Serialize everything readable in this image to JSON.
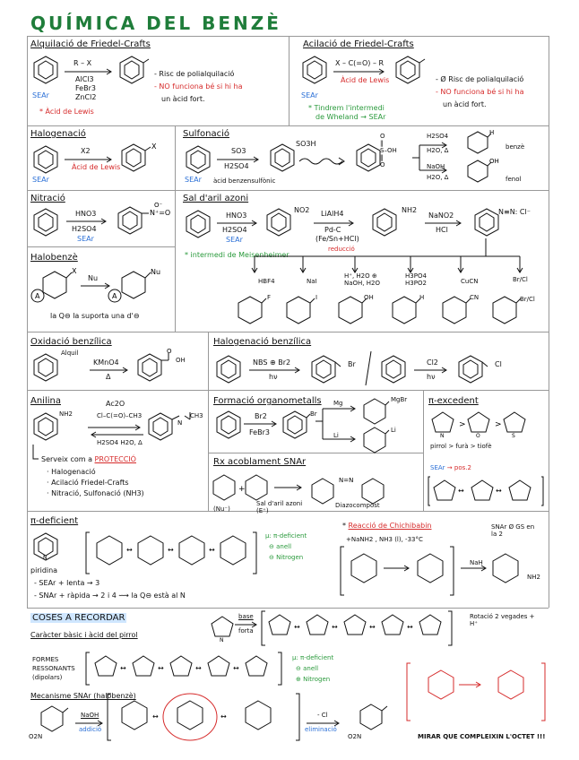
{
  "title": "QUÍMICA DEL BENZÈ",
  "friedel_alkyl": {
    "heading": "Alquilació de Friedel-Crafts",
    "reagent_top": "R – X",
    "reagent_bottom": [
      "AlCl3",
      "FeBr3",
      "ZnCl2"
    ],
    "sear": "SEAr",
    "lewis": "* Àcid de Lewis",
    "notes": [
      "- Risc de polialquilació",
      "- NO funciona bé si hi ha",
      "un àcid fort."
    ]
  },
  "friedel_acyl": {
    "heading": "Acilació de Friedel-Crafts",
    "reagent_top": "X – C(=O) – R",
    "reagent_bottom": "Àcid de Lewis",
    "sear": "SEAr",
    "note_green": [
      "* Tindrem l'intermedi",
      "de Wheland → SEAr"
    ],
    "notes": [
      "- Ø Risc de polialquilació",
      "- NO funciona bé si hi ha",
      "un àcid fort."
    ]
  },
  "halogenacio": {
    "heading": "Halogenació",
    "reagent": "X2",
    "catalyst": "Àcid de Lewis",
    "sear": "SEAr"
  },
  "sulfonacio": {
    "heading": "Sulfonació",
    "reagent_top": "SO3",
    "reagent_bottom": "H2SO4",
    "product": "SO3H",
    "sear": "SEAr",
    "acid_label": "àcid benzensulfònic",
    "upper_reagents": [
      "H2SO4",
      "H2O, Δ"
    ],
    "upper_product": "benzè",
    "lower_reagents": [
      "NaOH",
      "H2O, Δ"
    ],
    "lower_product": "fenol"
  },
  "nitracio": {
    "heading": "Nitració",
    "reagent_top": "HNO3",
    "reagent_bottom": "H2SO4",
    "sear": "SEAr"
  },
  "sal_aril": {
    "heading": "Sal d'aril azoni",
    "step1_top": "HNO3",
    "step1_bottom": "H2SO4",
    "sear": "SEAr",
    "no2": "NO2",
    "step2": [
      "LiAlH4",
      "Pd-C",
      "(Fe/Sn+HCl)"
    ],
    "reduccio": "reducció",
    "nh2": "NH2",
    "step3": [
      "NaNO2",
      "HCl"
    ],
    "diazo": "N≡N: Cl⁻",
    "note": "* intermedi de Meisenheimer",
    "branches": [
      {
        "reagent": "HBF4",
        "product": "F"
      },
      {
        "reagent": "NaI",
        "product": "I"
      },
      {
        "reagent": "H⁺, H2O ⊕ NaOH, H2O",
        "product": "OH"
      },
      {
        "reagent": "H3PO4 H3PO2",
        "product": "H"
      },
      {
        "reagent": "CuCN",
        "product": "CN"
      },
      {
        "reagent": "Br/Cl",
        "product": "Br/Cl"
      }
    ]
  },
  "halobenze": {
    "heading": "Halobenzè",
    "x": "X",
    "nu": "Nu",
    "note": "la Q⊖ la suporta una d'⊖"
  },
  "oxidacio": {
    "heading": "Oxidació benzílica",
    "group": "Alquil",
    "reagent_top": "KMnO4",
    "reagent_bottom": "Δ",
    "product": "OH"
  },
  "halog_benz": {
    "heading": "Halogenació benzílica",
    "reagent_top": "NBS ⊕ Br2",
    "reagent_bottom": "hν",
    "product": "Br",
    "reagent2_top": "Cl2",
    "reagent2_bottom": "hν",
    "product2": "Cl"
  },
  "anilina": {
    "heading": "Anilina",
    "nh2": "NH2",
    "reagent_top": "Ac2O",
    "reagent_mid": "Cl–C(=O)–CH3",
    "reagent_bottom": "H2SO4 H2O, Δ",
    "product": "CH3",
    "notes": [
      "Serveix com a PROTECCIÓ",
      "· Halogenació",
      "· Acilació Friedel-Crafts",
      "· Nitració, Sulfonació (NH3)"
    ]
  },
  "organometalls": {
    "heading": "Formació organometalls",
    "reagent_top": "Br2",
    "reagent_bottom": "FeBr3",
    "br": "Br",
    "mg": "Mg",
    "mgbr": "MgBr",
    "li": "Li",
    "li_product": "Li"
  },
  "pi_excedent": {
    "heading": "π-excedent",
    "order": "pirrol > furà > tiofè",
    "sear": "SEAr → pos.2"
  },
  "snar_acopl": {
    "heading": "Rx acoblament SNAr",
    "labels": [
      "(Nu⁻)",
      "Sal d'aril azoni (E⁺)",
      "Diazocompost"
    ]
  },
  "pi_deficient": {
    "heading": "π-deficient",
    "name": "piridina",
    "notes": [
      "- SEAr + lenta → 3",
      "- SNAr + ràpida → 2 i 4 ⟿ la Q⊖ està al N"
    ],
    "key": [
      "μ: π-deficient",
      "⊖ anell",
      "⊖ Nitrogen"
    ]
  },
  "chichibabin": {
    "heading": "* Reacció de Chichibabin",
    "reagents": "+NaNH2 , NH3 (l), -33°C",
    "snar": "SNAr Ø GS en la 2",
    "nah": "NaH",
    "nh2": "NH2"
  },
  "coses": {
    "heading": "COSES A RECORDAR",
    "line1": "Caràcter bàsic i àcid del pirrol",
    "base": "base",
    "forta": "forta",
    "rotacio": "Rotació 2 vegades + H⁺",
    "formes": [
      "FORMES",
      "RESSONANTS",
      "(dipolars)"
    ],
    "key": [
      "μ: π-deficient",
      "⊖ anell",
      "⊕ Nitrogen"
    ],
    "snar_mech": "Mecanisme SNAr (halobenzè)",
    "naoh": "NaOH",
    "addicio": "addició",
    "eliminacio": "eliminació",
    "cl_minus": "- Cl",
    "o2n": "O2N",
    "footer": "MIRAR QUE COMPLEIXIN L'OCTET !!!"
  }
}
